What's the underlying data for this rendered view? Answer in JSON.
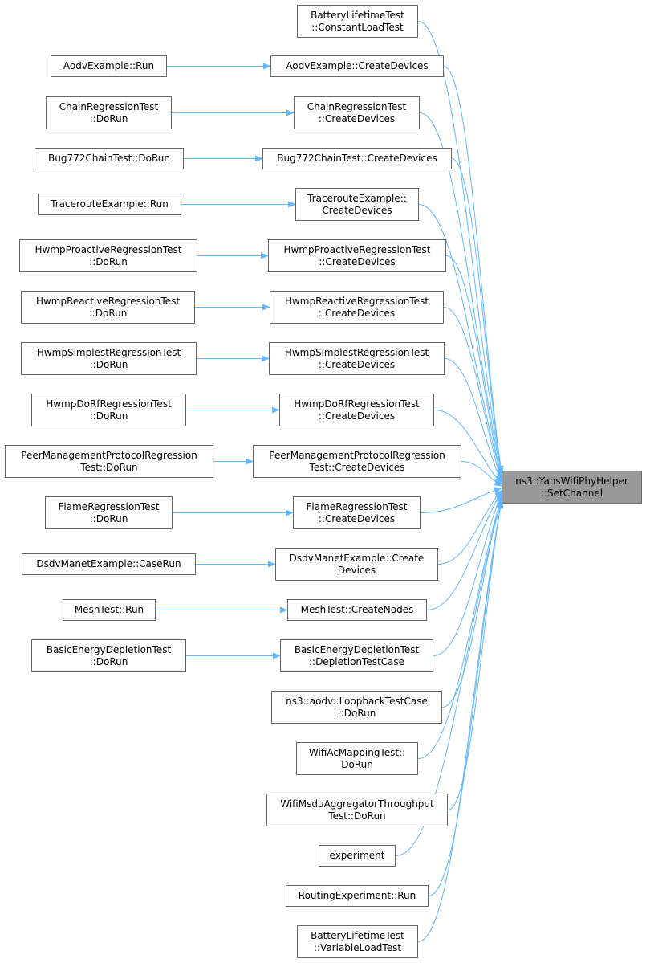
{
  "diagram": {
    "type": "call-graph",
    "edge_color": "#63b8ff",
    "node_border_color": "#666666",
    "target_fill_color": "#999999",
    "target": {
      "id": "set_channel",
      "lines": [
        "ns3::YansWifiPhyHelper",
        "::SetChannel"
      ]
    },
    "nodes": [
      {
        "id": "blt_const",
        "lines": [
          "BatteryLifetimeTest",
          "::ConstantLoadTest"
        ]
      },
      {
        "id": "aodv_cd",
        "lines": [
          "AodvExample::CreateDevices"
        ]
      },
      {
        "id": "chain_cd",
        "lines": [
          "ChainRegressionTest",
          "::CreateDevices"
        ]
      },
      {
        "id": "bug772_cd",
        "lines": [
          "Bug772ChainTest::CreateDevices"
        ]
      },
      {
        "id": "tracert_cd",
        "lines": [
          "TracerouteExample::",
          "CreateDevices"
        ]
      },
      {
        "id": "hwmp_pro_cd",
        "lines": [
          "HwmpProactiveRegressionTest",
          "::CreateDevices"
        ]
      },
      {
        "id": "hwmp_rea_cd",
        "lines": [
          "HwmpReactiveRegressionTest",
          "::CreateDevices"
        ]
      },
      {
        "id": "hwmp_sim_cd",
        "lines": [
          "HwmpSimplestRegressionTest",
          "::CreateDevices"
        ]
      },
      {
        "id": "hwmp_dorf_cd",
        "lines": [
          "HwmpDoRfRegressionTest",
          "::CreateDevices"
        ]
      },
      {
        "id": "peer_cd",
        "lines": [
          "PeerManagementProtocolRegression",
          "Test::CreateDevices"
        ]
      },
      {
        "id": "flame_cd",
        "lines": [
          "FlameRegressionTest",
          "::CreateDevices"
        ]
      },
      {
        "id": "dsdv_cd",
        "lines": [
          "DsdvManetExample::Create",
          "Devices"
        ]
      },
      {
        "id": "mesh_cn",
        "lines": [
          "MeshTest::CreateNodes"
        ]
      },
      {
        "id": "bed_dtc",
        "lines": [
          "BasicEnergyDepletionTest",
          "::DepletionTestCase"
        ]
      },
      {
        "id": "aodv_loop",
        "lines": [
          "ns3::aodv::LoopbackTestCase",
          "::DoRun"
        ]
      },
      {
        "id": "wifiac",
        "lines": [
          "WifiAcMappingTest::",
          "DoRun"
        ]
      },
      {
        "id": "wifimsdu",
        "lines": [
          "WifiMsduAggregatorThroughput",
          "Test::DoRun"
        ]
      },
      {
        "id": "experiment",
        "lines": [
          "experiment"
        ]
      },
      {
        "id": "routing_run",
        "lines": [
          "RoutingExperiment::Run"
        ]
      },
      {
        "id": "blt_var",
        "lines": [
          "BatteryLifetimeTest",
          "::VariableLoadTest"
        ]
      },
      {
        "id": "aodv_run",
        "lines": [
          "AodvExample::Run"
        ]
      },
      {
        "id": "chain_dorun",
        "lines": [
          "ChainRegressionTest",
          "::DoRun"
        ]
      },
      {
        "id": "bug772_dorun",
        "lines": [
          "Bug772ChainTest::DoRun"
        ]
      },
      {
        "id": "tracert_run",
        "lines": [
          "TracerouteExample::Run"
        ]
      },
      {
        "id": "hwmp_pro_dorun",
        "lines": [
          "HwmpProactiveRegressionTest",
          "::DoRun"
        ]
      },
      {
        "id": "hwmp_rea_dorun",
        "lines": [
          "HwmpReactiveRegressionTest",
          "::DoRun"
        ]
      },
      {
        "id": "hwmp_sim_dorun",
        "lines": [
          "HwmpSimplestRegressionTest",
          "::DoRun"
        ]
      },
      {
        "id": "hwmp_dorf_dorun",
        "lines": [
          "HwmpDoRfRegressionTest",
          "::DoRun"
        ]
      },
      {
        "id": "peer_dorun",
        "lines": [
          "PeerManagementProtocolRegression",
          "Test::DoRun"
        ]
      },
      {
        "id": "flame_dorun",
        "lines": [
          "FlameRegressionTest",
          "::DoRun"
        ]
      },
      {
        "id": "dsdv_caserun",
        "lines": [
          "DsdvManetExample::CaseRun"
        ]
      },
      {
        "id": "mesh_run",
        "lines": [
          "MeshTest::Run"
        ]
      },
      {
        "id": "bed_dorun",
        "lines": [
          "BasicEnergyDepletionTest",
          "::DoRun"
        ]
      }
    ],
    "edges": [
      {
        "from": "aodv_run",
        "to": "aodv_cd"
      },
      {
        "from": "chain_dorun",
        "to": "chain_cd"
      },
      {
        "from": "bug772_dorun",
        "to": "bug772_cd"
      },
      {
        "from": "tracert_run",
        "to": "tracert_cd"
      },
      {
        "from": "hwmp_pro_dorun",
        "to": "hwmp_pro_cd"
      },
      {
        "from": "hwmp_rea_dorun",
        "to": "hwmp_rea_cd"
      },
      {
        "from": "hwmp_sim_dorun",
        "to": "hwmp_sim_cd"
      },
      {
        "from": "hwmp_dorf_dorun",
        "to": "hwmp_dorf_cd"
      },
      {
        "from": "peer_dorun",
        "to": "peer_cd"
      },
      {
        "from": "flame_dorun",
        "to": "flame_cd"
      },
      {
        "from": "dsdv_caserun",
        "to": "dsdv_cd"
      },
      {
        "from": "mesh_run",
        "to": "mesh_cn"
      },
      {
        "from": "bed_dorun",
        "to": "bed_dtc"
      },
      {
        "from": "blt_const",
        "to": "set_channel"
      },
      {
        "from": "aodv_cd",
        "to": "set_channel"
      },
      {
        "from": "chain_cd",
        "to": "set_channel"
      },
      {
        "from": "bug772_cd",
        "to": "set_channel"
      },
      {
        "from": "tracert_cd",
        "to": "set_channel"
      },
      {
        "from": "hwmp_pro_cd",
        "to": "set_channel"
      },
      {
        "from": "hwmp_rea_cd",
        "to": "set_channel"
      },
      {
        "from": "hwmp_sim_cd",
        "to": "set_channel"
      },
      {
        "from": "hwmp_dorf_cd",
        "to": "set_channel"
      },
      {
        "from": "peer_cd",
        "to": "set_channel"
      },
      {
        "from": "flame_cd",
        "to": "set_channel"
      },
      {
        "from": "dsdv_cd",
        "to": "set_channel"
      },
      {
        "from": "mesh_cn",
        "to": "set_channel"
      },
      {
        "from": "bed_dtc",
        "to": "set_channel"
      },
      {
        "from": "aodv_loop",
        "to": "set_channel"
      },
      {
        "from": "wifiac",
        "to": "set_channel"
      },
      {
        "from": "wifimsdu",
        "to": "set_channel"
      },
      {
        "from": "experiment",
        "to": "set_channel"
      },
      {
        "from": "routing_run",
        "to": "set_channel"
      },
      {
        "from": "blt_var",
        "to": "set_channel"
      }
    ]
  }
}
